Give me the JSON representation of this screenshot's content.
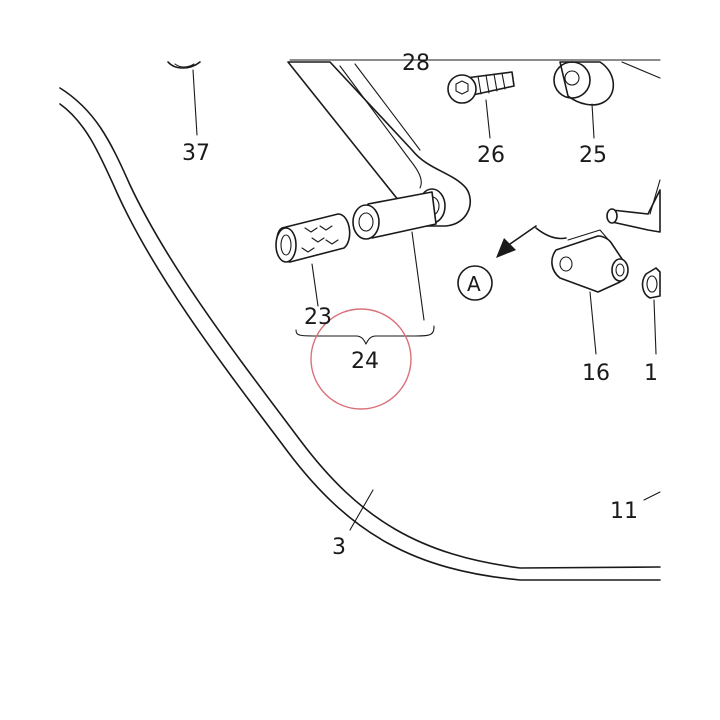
{
  "colors": {
    "ink": "#1a1a1a",
    "highlight_circle": "#d9707a",
    "background": "#ffffff"
  },
  "labels": {
    "l37": "37",
    "l28": "28",
    "l26": "26",
    "l25": "25",
    "l23": "23",
    "l24": "24",
    "l16": "16",
    "l1": "1",
    "l11": "11",
    "l3": "3",
    "callout_a": "A"
  }
}
